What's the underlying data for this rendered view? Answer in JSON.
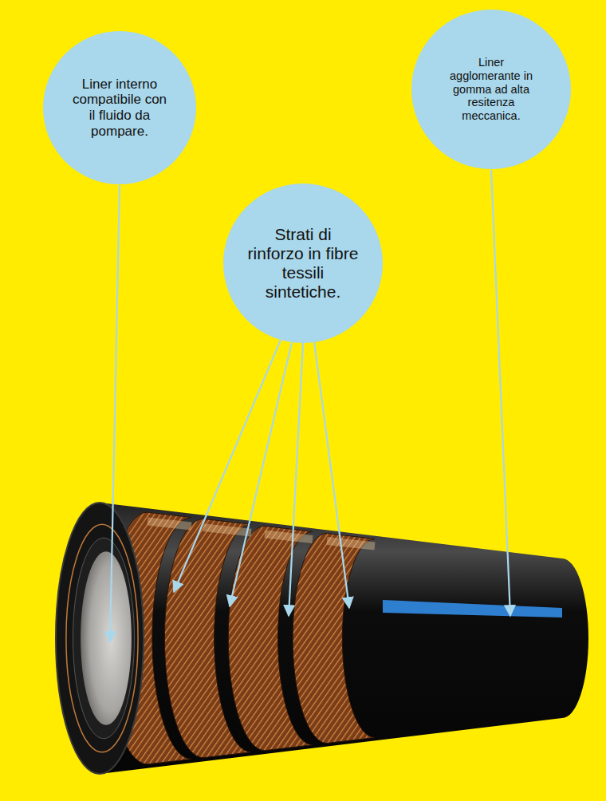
{
  "diagram": {
    "nodes": [
      {
        "text": [
          "Liner interno compatibile con il fluido da pompare."
        ]
      },
      {
        "text": [
          "Liner agglomerante in gomma ad alta resitenza meccanica."
        ]
      },
      {
        "text": [
          "Strati di rinforzo in fibre tessili sintetiche."
        ]
      }
    ]
  }
}
